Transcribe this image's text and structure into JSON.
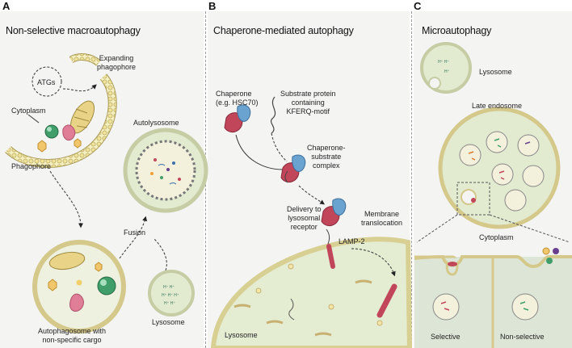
{
  "panels": {
    "a": {
      "letter": "A",
      "title": "Non-selective macroautophagy"
    },
    "b": {
      "letter": "B",
      "title": "Chaperone-mediated autophagy"
    },
    "c": {
      "letter": "C",
      "title": "Microautophagy"
    }
  },
  "labels_a": {
    "expanding": "Expanding\nphagophore",
    "atgs": "ATGs",
    "cytoplasm": "Cytoplasm",
    "autolysosome": "Autolysosome",
    "phagophore": "Phagophore",
    "fusion": "Fusion",
    "autophagosome": "Autophagosome with\nnon-specific cargo",
    "lysosome": "Lysosome"
  },
  "labels_b": {
    "chaperone": "Chaperone\n(e.g. HSC70)",
    "substrate": "Substrate protein\ncontaining\nKFERQ-motif",
    "complex": "Chaperone-\nsubstrate\ncomplex",
    "delivery": "Delivery to\nlysosomal\nreceptor",
    "membrane": "Membrane\ntranslocation",
    "lamp2": "LAMP-2",
    "lysosome": "Lysosome"
  },
  "labels_c": {
    "lysosome": "Lysosome",
    "late_endosome": "Late endosome",
    "cytoplasm": "Cytoplasm",
    "selective": "Selective",
    "nonselective": "Non-selective"
  },
  "colors": {
    "lumen": "#e3ecd1",
    "membrane": "#f2e6a8",
    "chaperone": "#c2465a",
    "chaperone_blue": "#6aa3d0",
    "green_organelle": "#3f9e6a",
    "pink": "#d8708a",
    "mito": "#d8c070",
    "panel_bg": "#f4f4f3"
  }
}
